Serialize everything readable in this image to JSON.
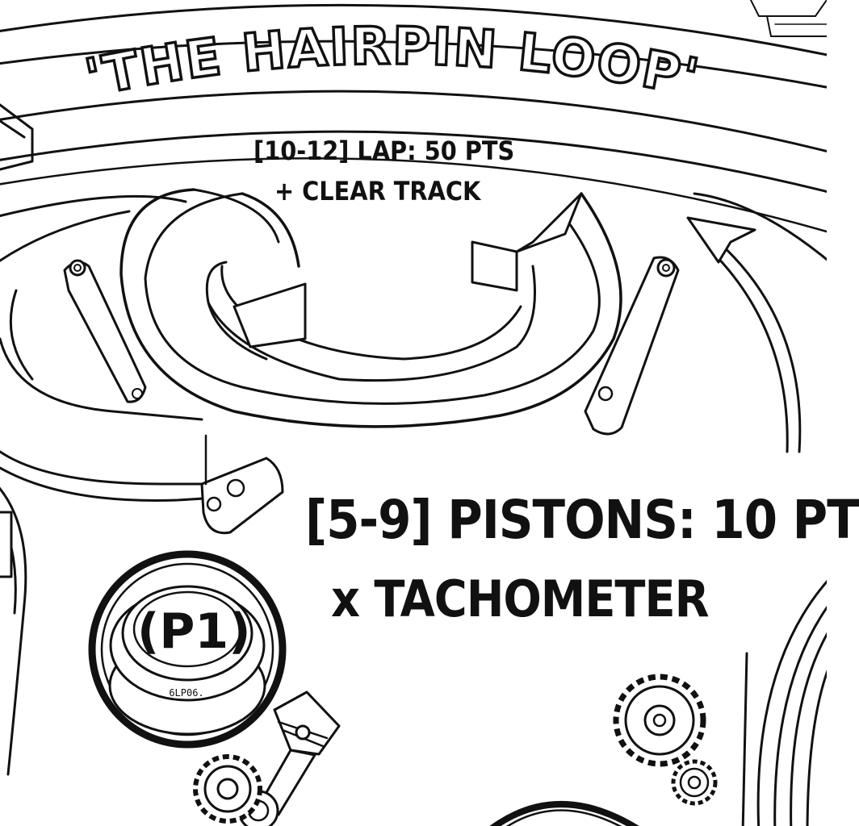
{
  "track": {
    "title": "'THE HAIRPIN LOOP'"
  },
  "scoring": {
    "lap_line1": "[10-12] LAP: 50 PTS",
    "lap_line2": "+ CLEAR TRACK",
    "pistons_line1": "[5-9] PISTONS: 10 PT",
    "pistons_line2": "x TACHOMETER"
  },
  "bumper": {
    "label": "(P1)",
    "small_text": "6LP06."
  },
  "colors": {
    "ink": "#111111",
    "paper": "#ffffff"
  }
}
